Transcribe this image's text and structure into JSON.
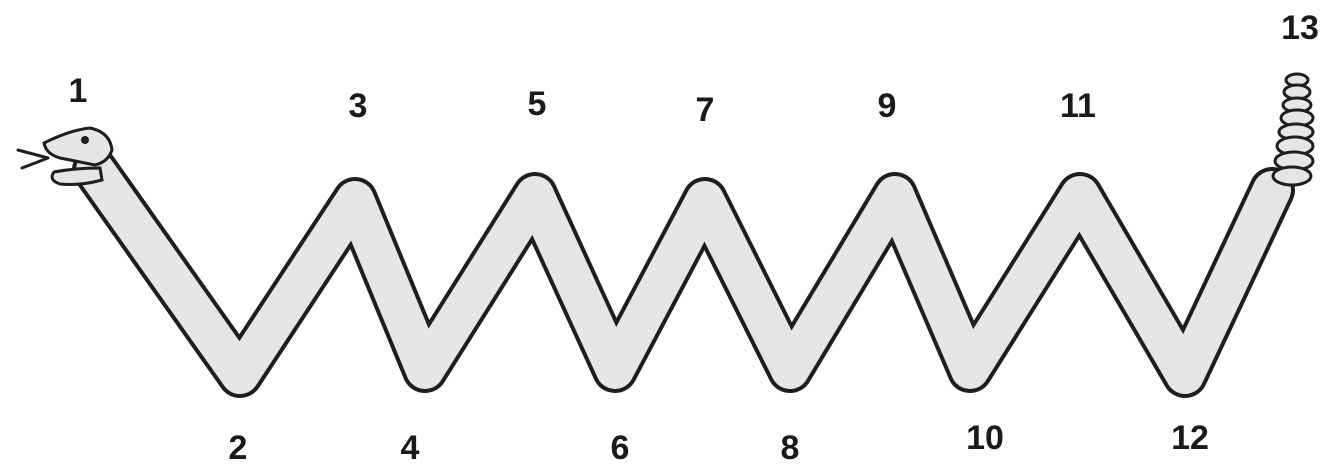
{
  "labels": [
    "1",
    "2",
    "3",
    "4",
    "5",
    "6",
    "7",
    "8",
    "9",
    "10",
    "11",
    "12",
    "13"
  ],
  "colors": {
    "outline": "#1e1e1e",
    "body_fill": "#e6e6e6",
    "text": "#1a1a1a",
    "background": "#ffffff"
  }
}
